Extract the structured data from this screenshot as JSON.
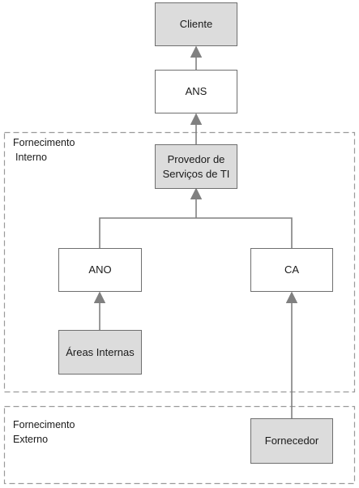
{
  "nodes": {
    "cliente": "Cliente",
    "ans": "ANS",
    "provedor": {
      "line1": "Provedor de",
      "line2": "Serviços de TI"
    },
    "ano": "ANO",
    "ca": "CA",
    "areas": "Áreas Internas",
    "fornecedor": "Fornecedor"
  },
  "regions": {
    "interno": {
      "line1": "Fornecimento",
      "line2": "Interno"
    },
    "externo": {
      "line1": "Fornecimento",
      "line2": "Externo"
    }
  },
  "colors": {
    "gray_node": "#dcdcdc",
    "white_node": "#ffffff",
    "border": "#6f6f6f",
    "connector": "#808080",
    "region_border": "#9a9a9a"
  }
}
